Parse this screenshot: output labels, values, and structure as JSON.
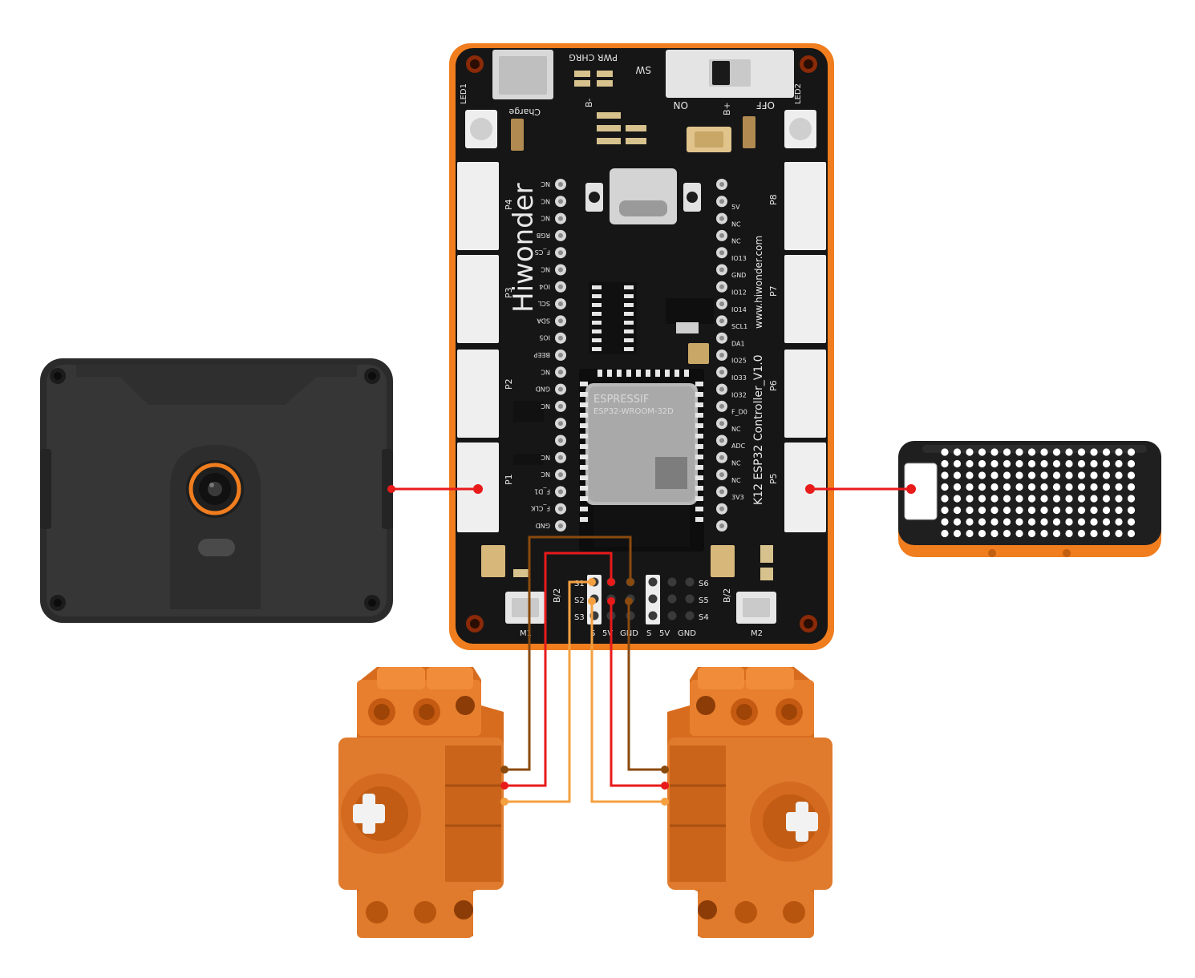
{
  "board": {
    "brand": "Hiwonder",
    "model": "K12 ESP32 Controller_V1.0",
    "website": "www.hiwonder.com",
    "top_labels": {
      "pwr_chrg": "PWR CHRG",
      "sw": "SW",
      "on": "ON",
      "off": "OFF",
      "charge": "Charge",
      "b_minus": "B-",
      "b_plus": "B+",
      "led1": "LED1",
      "led2": "LED2"
    },
    "ports": {
      "p1": "P1",
      "p2": "P2",
      "p3": "P3",
      "p4": "P4",
      "p5": "P5",
      "p6": "P6",
      "p7": "P7",
      "p8": "P8"
    },
    "left_pins": [
      "NC",
      "NC",
      "NC",
      "RGB",
      "F_CS",
      "NC",
      "IO4",
      "SCL",
      "SDA",
      "IO5",
      "BEEP",
      "NC",
      "GND",
      "NC",
      "",
      "",
      "NC",
      "NC",
      "F_D1",
      "F_CLK",
      "GND"
    ],
    "right_pins": [
      "5V",
      "NC",
      "NC",
      "IO13",
      "GND",
      "IO12",
      "IO14",
      "SCL1",
      "DA1",
      "IO25",
      "IO33",
      "IO32",
      "F_D0",
      "NC",
      "ADC",
      "NC",
      "NC",
      "3V3"
    ],
    "module": {
      "vendor": "ESPRESSIF",
      "part": "ESP32-WROOM-32D"
    },
    "servo_header": {
      "rows": [
        "S1",
        "S2",
        "S3"
      ],
      "rows_right": [
        "S6",
        "S5",
        "S4"
      ],
      "cols_left": [
        "S",
        "5V",
        "GND"
      ],
      "cols_right": [
        "S",
        "5V",
        "GND"
      ],
      "b2_left": "B/2",
      "b2_right": "B/2"
    },
    "motors": {
      "m1": "M1",
      "m2": "M2"
    }
  },
  "colors": {
    "board_orange": "#f07d1e",
    "pcb_black": "#161616",
    "wire_red": "#e81a1a",
    "wire_brown": "#8a4a0e",
    "wire_light_orange": "#f5a040",
    "servo_orange": "#e07a2c"
  },
  "icons": {
    "camera": "camera-module-icon",
    "matrix": "led-dot-matrix-icon",
    "servo": "servo-icon"
  }
}
